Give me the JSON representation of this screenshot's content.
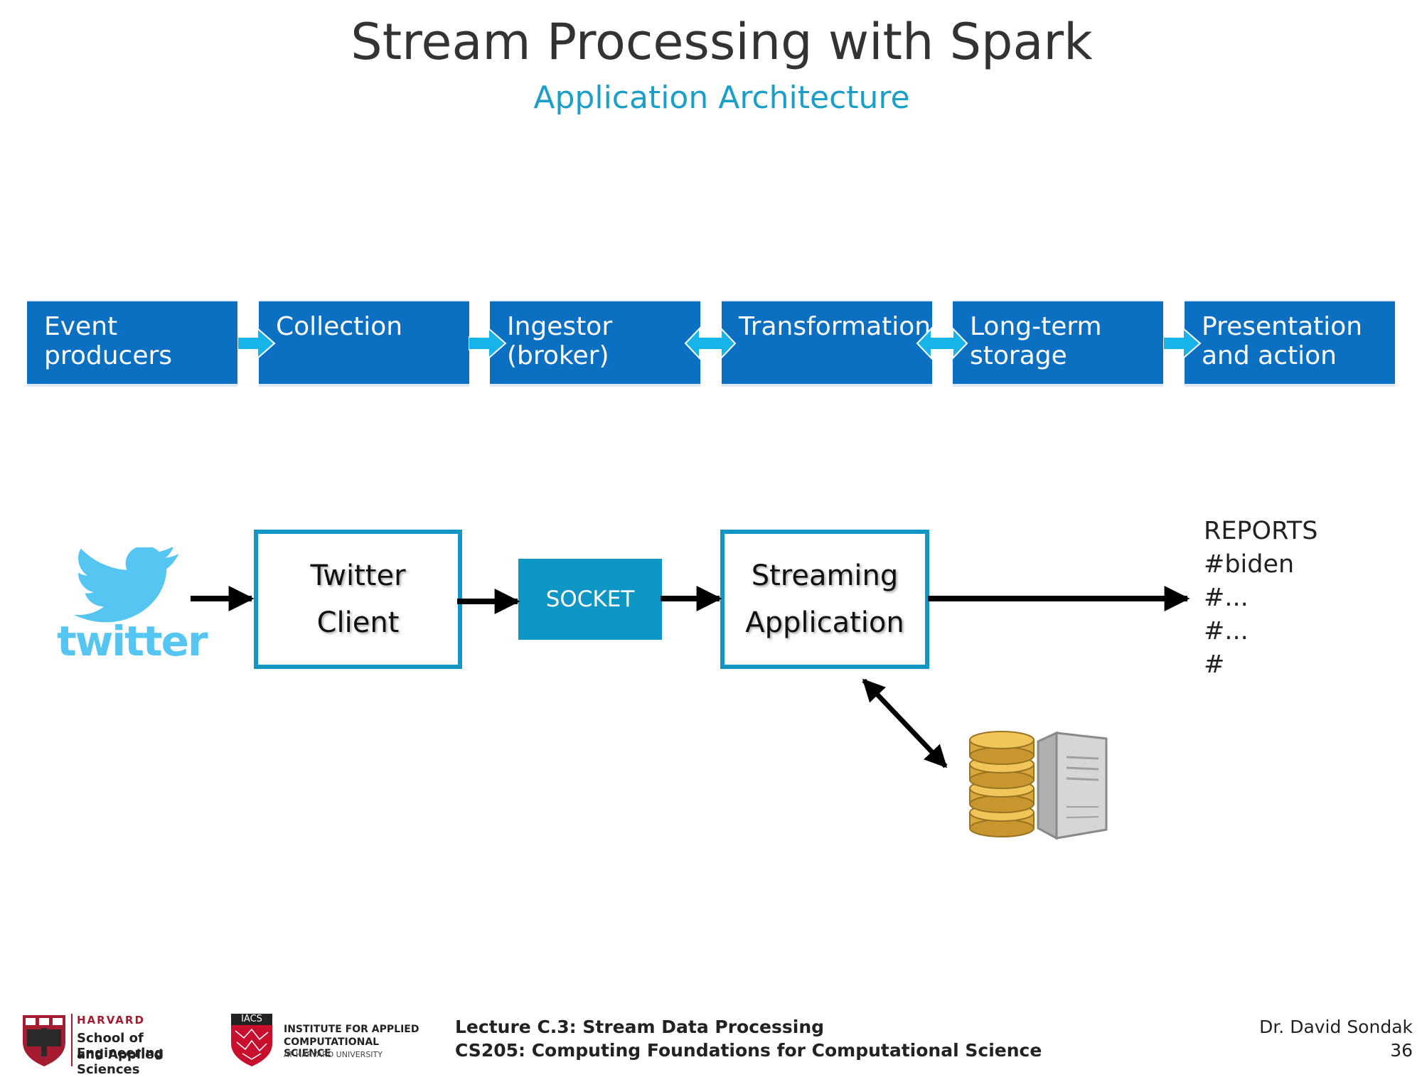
{
  "title": "Stream Processing with Spark",
  "subtitle": "Application Architecture",
  "pipeline": {
    "stages": [
      {
        "line1": "Event",
        "line2": "producers"
      },
      {
        "line1": "Collection",
        "line2": ""
      },
      {
        "line1": "Ingestor",
        "line2": "(broker)"
      },
      {
        "line1": "Transformation",
        "line2": ""
      },
      {
        "line1": "Long-term",
        "line2": "storage"
      },
      {
        "line1": "Presentation",
        "line2": "and action"
      }
    ],
    "arrow_color": "#17b4e9",
    "box_color": "#0b6fc2"
  },
  "flow": {
    "twitter_logo_text": "twitter",
    "twitter_client": {
      "line1": "Twitter",
      "line2": "Client"
    },
    "socket": "SOCKET",
    "streaming_app": {
      "line1": "Streaming",
      "line2": "Application"
    },
    "accent_color": "#1296c3"
  },
  "reports": [
    "REPORTS",
    "#biden",
    "#...",
    "#...",
    "#"
  ],
  "footer": {
    "harvard_name": "HARVARD",
    "harvard_line1": "School of Engineering",
    "harvard_line2": "and Applied Sciences",
    "iacs_badge": "IACS",
    "iacs_line1": "INSTITUTE FOR APPLIED",
    "iacs_line2": "COMPUTATIONAL SCIENCE",
    "iacs_line3": "AT HARVARD UNIVERSITY",
    "lecture": "Lecture C.3: Stream Data Processing",
    "course": "CS205: Computing Foundations for Computational Science",
    "author": "Dr. David Sondak",
    "page_number": "36"
  }
}
